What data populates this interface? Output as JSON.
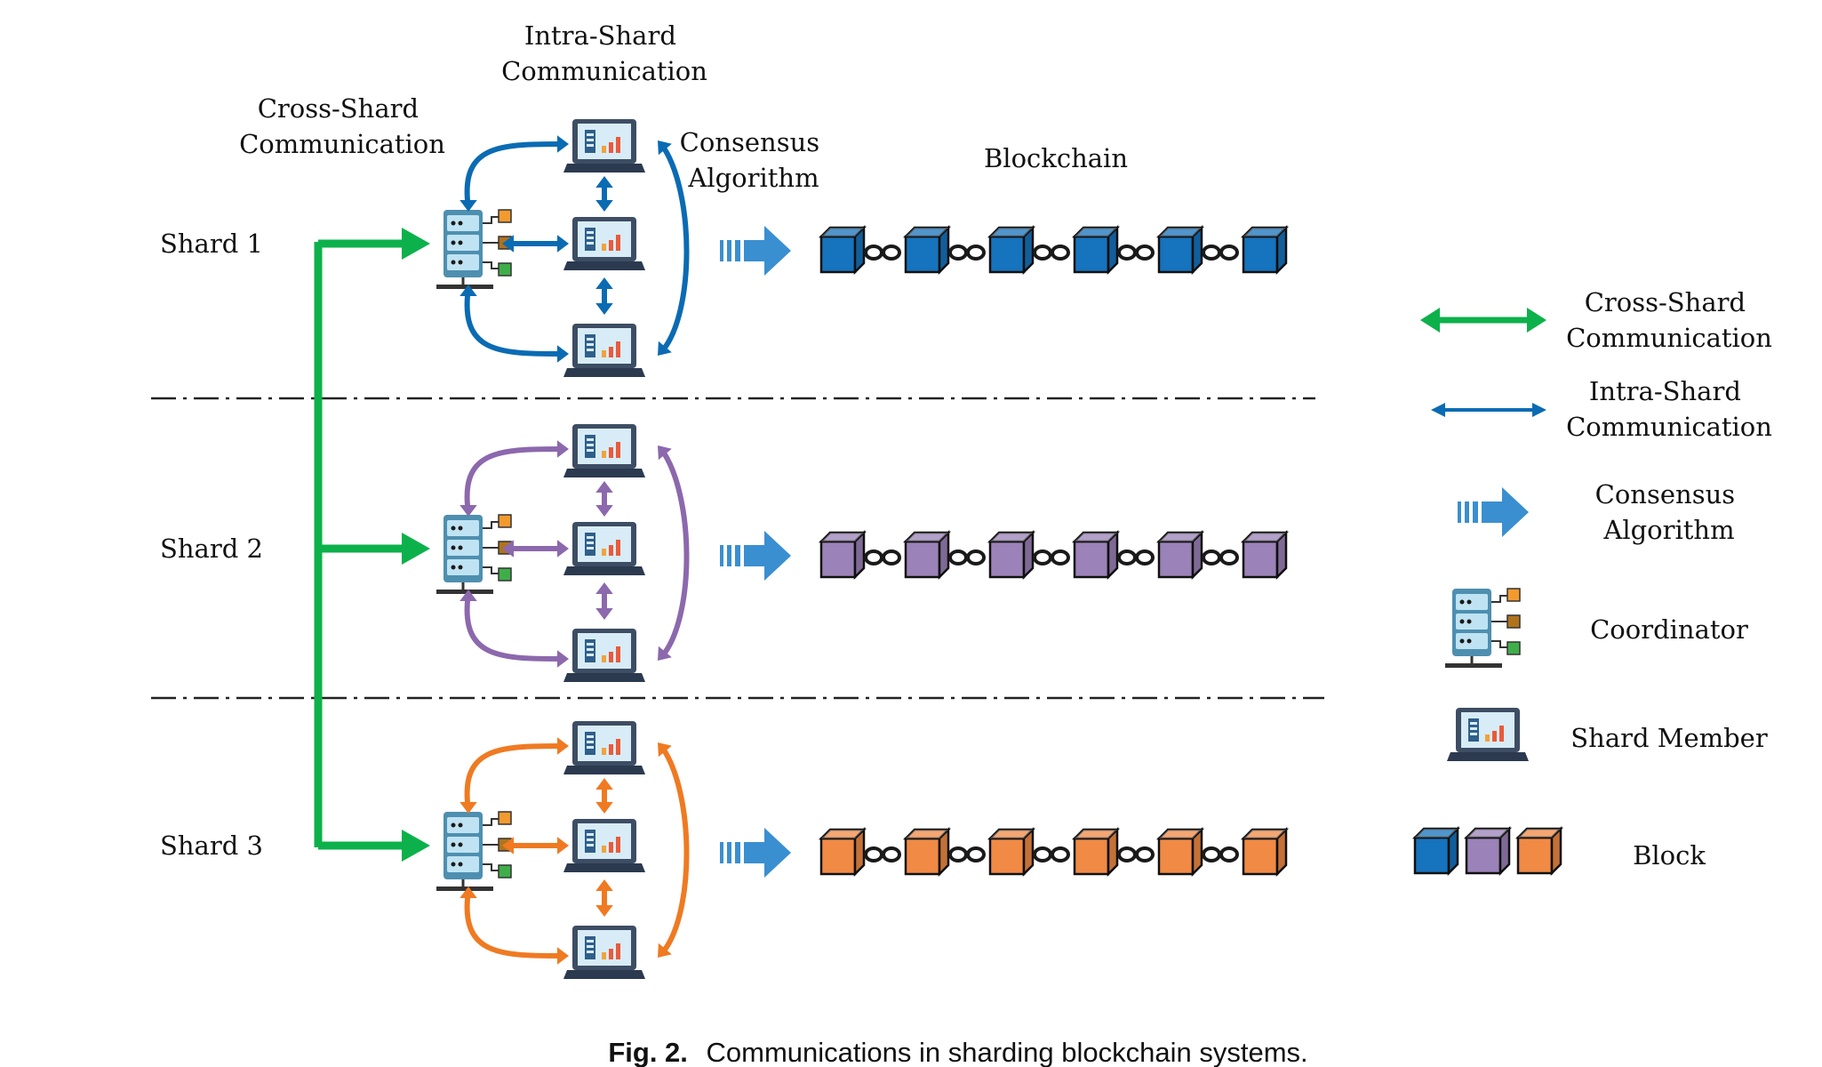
{
  "labels": {
    "intra_shard": [
      "Intra-Shard",
      "Communication"
    ],
    "cross_shard": [
      "Cross-Shard",
      "Communication"
    ],
    "consensus": [
      "Consensus",
      "Algorithm"
    ],
    "blockchain": "Blockchain"
  },
  "shards": [
    {
      "name": "Shard 1",
      "color": "#0a6bb3",
      "block_color": "#1673bd"
    },
    {
      "name": "Shard 2",
      "color": "#8c68ad",
      "block_color": "#9b82b8"
    },
    {
      "name": "Shard 3",
      "color": "#ef7a22",
      "block_color": "#f08a45"
    }
  ],
  "blocks_per_chain": 6,
  "legend": [
    {
      "id": "cross",
      "text": [
        "Cross-Shard",
        "Communication"
      ]
    },
    {
      "id": "intra",
      "text": [
        "Intra-Shard",
        "Communication"
      ]
    },
    {
      "id": "consensus",
      "text": [
        "Consensus",
        "Algorithm"
      ]
    },
    {
      "id": "coordinator",
      "text": [
        "Coordinator"
      ]
    },
    {
      "id": "member",
      "text": [
        "Shard Member"
      ]
    },
    {
      "id": "block",
      "text": [
        "Block"
      ]
    }
  ],
  "caption": {
    "prefix": "Fig. 2.",
    "text": "Communications in sharding blockchain systems."
  },
  "colors": {
    "cross": "#0db14b",
    "intra": "#0a6bb3",
    "consensus": "#3a8fd0",
    "chain_link": "#1a1a1a"
  },
  "icons": [
    "server-icon",
    "laptop-icon",
    "block-icon",
    "consensus-arrow-icon"
  ]
}
